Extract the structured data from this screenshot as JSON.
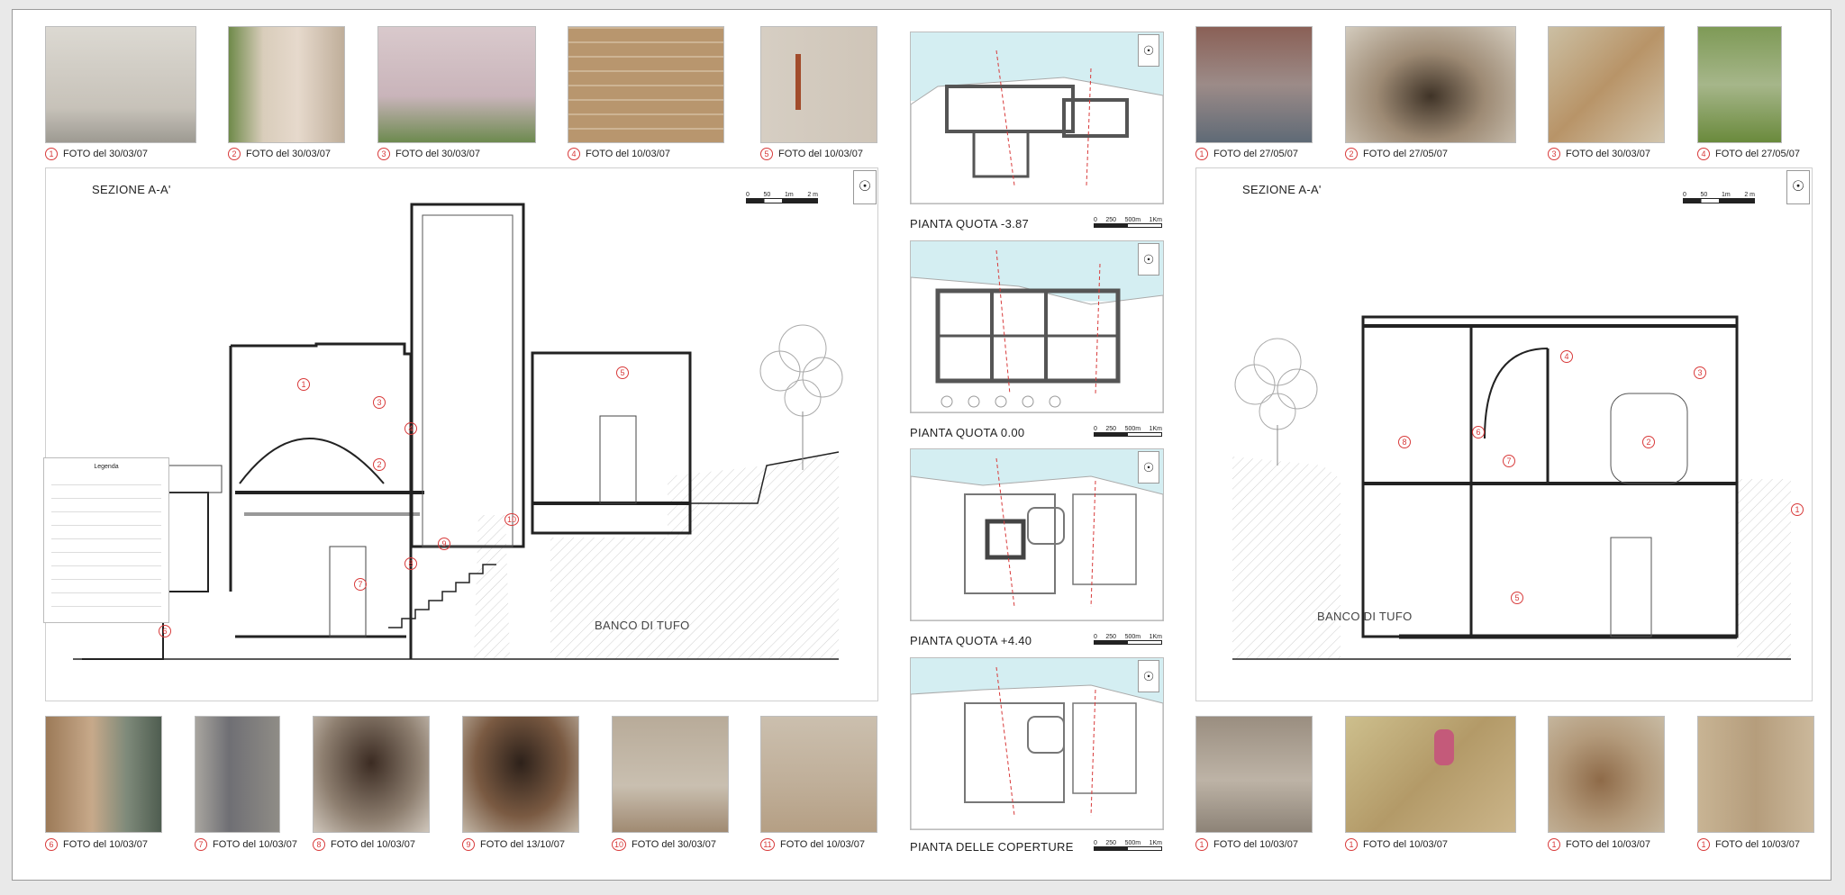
{
  "top_left_captions": [
    {
      "n": "1",
      "text": "FOTO  del 30/03/07"
    },
    {
      "n": "2",
      "text": "FOTO  del 30/03/07"
    },
    {
      "n": "3",
      "text": "FOTO  del 30/03/07"
    },
    {
      "n": "4",
      "text": "FOTO  del 10/03/07"
    },
    {
      "n": "5",
      "text": "FOTO  del 10/03/07"
    }
  ],
  "top_right_captions": [
    {
      "n": "1",
      "text": "FOTO  del 27/05/07"
    },
    {
      "n": "2",
      "text": "FOTO  del 27/05/07"
    },
    {
      "n": "3",
      "text": "FOTO  del 30/03/07"
    },
    {
      "n": "4",
      "text": "FOTO  del 27/05/07"
    }
  ],
  "bottom_left_captions": [
    {
      "n": "6",
      "text": "FOTO  del 10/03/07"
    },
    {
      "n": "7",
      "text": "FOTO del 10/03/07"
    },
    {
      "n": "8",
      "text": "FOTO  del 10/03/07"
    },
    {
      "n": "9",
      "text": "FOTO  del 13/10/07"
    },
    {
      "n": "10",
      "text": "FOTO  del 30/03/07"
    },
    {
      "n": "11",
      "text": "FOTO  del 10/03/07"
    }
  ],
  "bottom_right_captions": [
    {
      "n": "1",
      "text": "FOTO  del 10/03/07"
    },
    {
      "n": "1",
      "text": "FOTO  del 10/03/07"
    },
    {
      "n": "1",
      "text": "FOTO  del 10/03/07"
    },
    {
      "n": "1",
      "text": "FOTO  del 10/03/07"
    }
  ],
  "section_left": {
    "title": "SEZIONE A-A'",
    "ground": "BANCO DI TUFO",
    "scale": [
      "0",
      "50",
      "1m",
      "2 m"
    ],
    "markers": [
      "1",
      "2",
      "3",
      "4",
      "5",
      "6",
      "7",
      "8",
      "9",
      "10"
    ],
    "legend_title": "Legenda"
  },
  "section_right": {
    "title": "SEZIONE A-A'",
    "ground": "BANCO DI TUFO",
    "scale": [
      "0",
      "50",
      "1m",
      "2 m"
    ],
    "markers": [
      "1",
      "2",
      "3",
      "4",
      "5",
      "6",
      "7",
      "8"
    ]
  },
  "plans": [
    {
      "label": "PIANTA QUOTA  -3.87"
    },
    {
      "label": "PIANTA QUOTA  0.00"
    },
    {
      "label": "PIANTA QUOTA  +4.40"
    },
    {
      "label": "PIANTA DELLE COPERTURE"
    }
  ],
  "plan_scale": [
    "0",
    "250",
    "500m",
    "1Km"
  ],
  "photo_colors": {
    "plaster": "#cfc9bf",
    "tufo": "#b89a72",
    "brick": "#a05a3a",
    "green": "#5f7a3a",
    "dark": "#3c3128",
    "sea": "#d4eef2",
    "accent_red": "#d83a3a"
  }
}
